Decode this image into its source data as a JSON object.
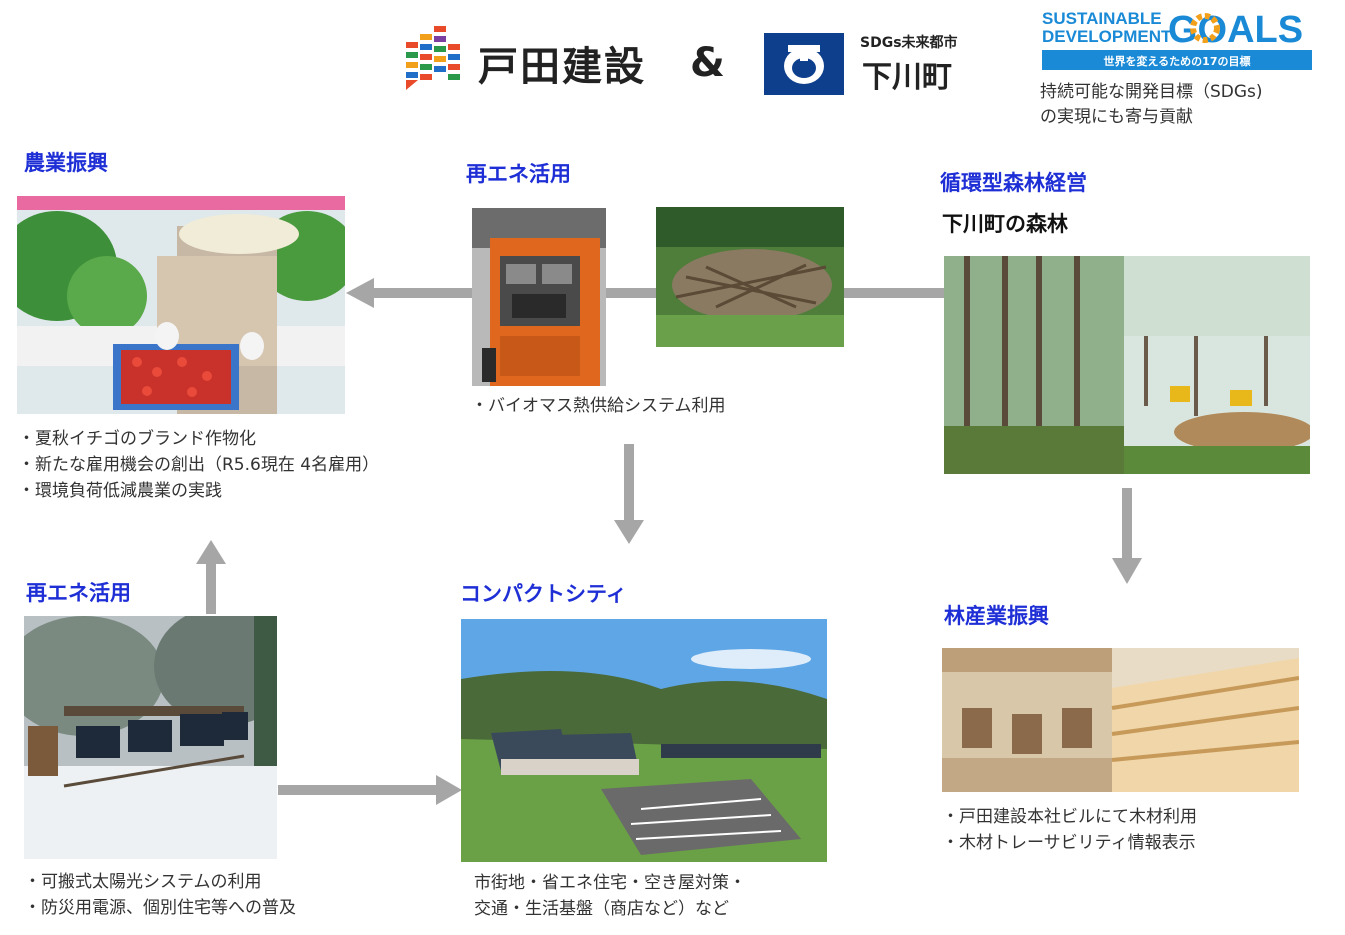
{
  "header": {
    "company_name": "戸田建設",
    "ampersand": "&",
    "town_tag": "SDGs未来都市",
    "town_name": "下川町",
    "sdg_title_line1": "SUSTAINABLE",
    "sdg_title_line2": "DEVELOPMENT",
    "sdg_goals": "GOALS",
    "sdg_subtitle": "世界を変えるための17の目標",
    "sdg_caption_line1": "持続可能な開発目標（SDGs)",
    "sdg_caption_line2": "の実現にも寄与貢献"
  },
  "agri": {
    "heading": "農業振興",
    "bullets": [
      "・夏秋イチゴのブランド作物化",
      "・新たな雇用機会の創出（R5.6現在 4名雇用）",
      "・環境負荷低減農業の実践"
    ]
  },
  "biomass": {
    "heading": "再エネ活用",
    "bullets": [
      "・バイオマス熱供給システム利用"
    ]
  },
  "forest": {
    "heading": "循環型森林経営",
    "subheading": "下川町の森林"
  },
  "solar": {
    "heading": "再エネ活用",
    "bullets": [
      "・可搬式太陽光システムの利用",
      "・防災用電源、個別住宅等への普及"
    ]
  },
  "compact": {
    "heading": "コンパクトシティ",
    "lines": [
      "市街地・省エネ住宅・空き屋対策・",
      "交通・生活基盤（商店など）など"
    ]
  },
  "lumber": {
    "heading": "林産業振興",
    "bullets": [
      "・戸田建設本社ビルにて木材利用",
      "・木材トレーサビリティ情報表示"
    ]
  },
  "colors": {
    "heading": "#1f2fd6",
    "arrow": "#a6a6a6",
    "town_blue": "#0e3f8c",
    "sdg_blue": "#1a8ad6"
  }
}
